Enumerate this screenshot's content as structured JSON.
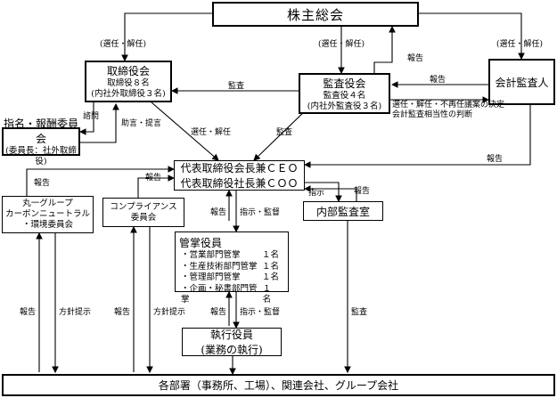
{
  "boxes": {
    "shareholders": "株主総会",
    "board": {
      "title": "取締役会",
      "line1": "取締役８名",
      "line2": "(内社外取締役３名)"
    },
    "audit": {
      "title": "監査役会",
      "line1": "監査役４名",
      "line2": "(内社外監査役３名)"
    },
    "accounting": "会計監査人",
    "nomination": {
      "title": "指名・報酬委員会",
      "line1": "(委員長：社外取締役)"
    },
    "ceo": {
      "line1": "代表取締役会長兼ＣＥＯ",
      "line2": "代表取締役社長兼ＣＯＯ"
    },
    "carbon": {
      "line1": "丸一グループ",
      "line2": "カーボンニュートラル",
      "line3": "・環境委員会"
    },
    "compliance": {
      "line1": "コンプライアンス",
      "line2": "委員会"
    },
    "internal_audit": "内部監査室",
    "managers": {
      "title": "管掌役員",
      "items": [
        {
          "name": "・営業部門管掌",
          "count": "１名"
        },
        {
          "name": "・生産技術部門管掌",
          "count": "１名"
        },
        {
          "name": "・管理部門管掌",
          "count": "１名"
        },
        {
          "name": "・企画・秘書部門管掌",
          "count": "１名"
        }
      ]
    },
    "executives": {
      "line1": "執行役員",
      "line2": "(業務の執行)"
    },
    "departments": "各部署（事務所、工場）、関連会社、グループ会社"
  },
  "labels": {
    "elect_board": "(選任・解任)",
    "elect_audit": "(選任・解任)",
    "elect_accounting": "(選任・解任)",
    "report_audit_to_shareholders": "報告",
    "report_accounting_to_audit": "報告",
    "audit_board": "監査",
    "audit_decision": "選任・解任・不再任議案の決定",
    "audit_evaluation": "会計監査相当性の判断",
    "consult": "諮問",
    "advice": "助言・提言",
    "elect_ceo": "選任・解任",
    "audit_ceo": "監査",
    "report_accounting_to_ceo": "報告",
    "report_carbon": "報告",
    "report_compliance": "報告",
    "instruct_internal": "指示",
    "report_internal": "報告",
    "report_managers": "報告",
    "instruct_managers": "指示・監督",
    "report_exec": "報告",
    "instruct_exec": "指示・監督",
    "report_dept_carbon": "報告",
    "policy_carbon": "方針提示",
    "report_dept_compliance": "報告",
    "policy_compliance": "方針提示",
    "audit_internal": "監査"
  }
}
